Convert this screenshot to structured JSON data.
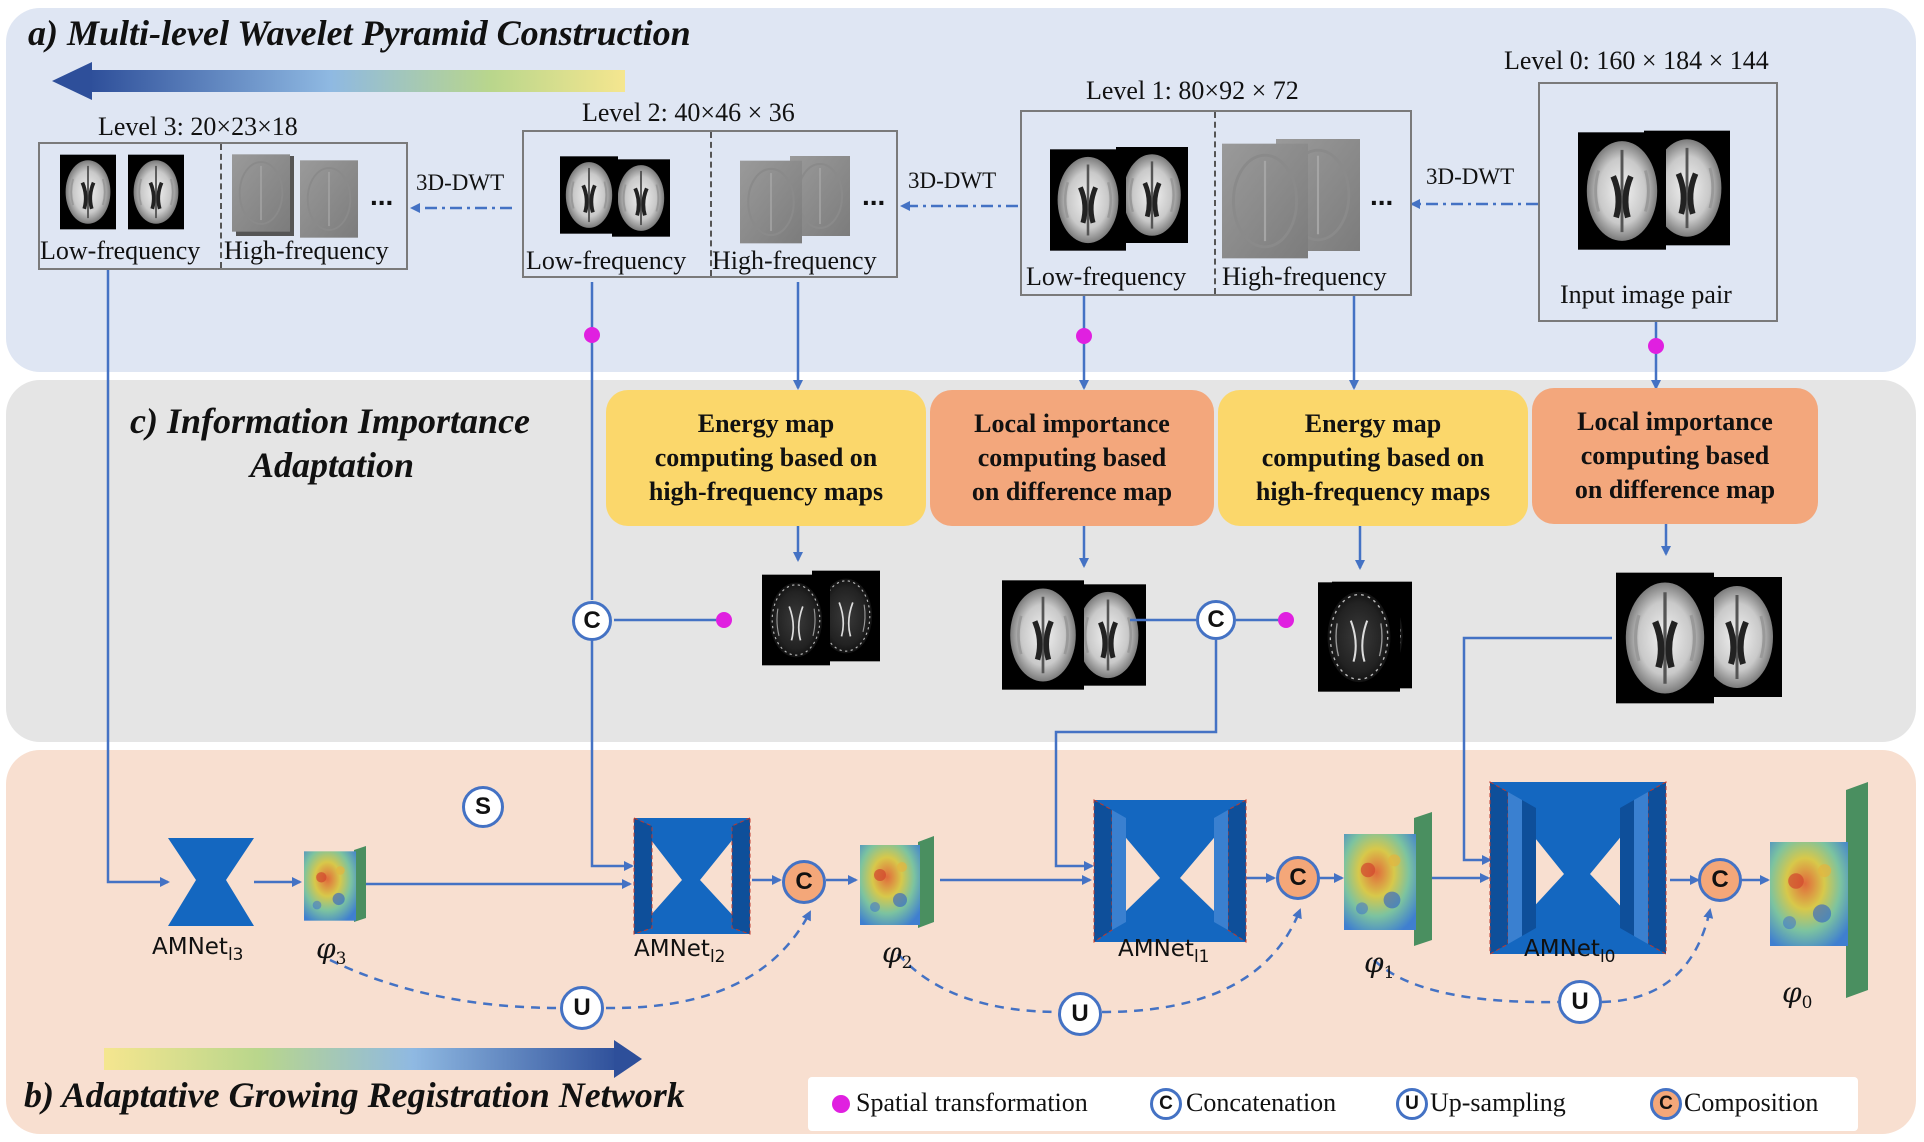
{
  "panels": {
    "a_title": "a)  Multi-level Wavelet Pyramid Construction",
    "b_title": "b) Adaptative Growing Registration Network",
    "c_title_line1": "c) Information Importance",
    "c_title_line2": "Adaptation"
  },
  "pyramid": {
    "level3": "Level 3: 20×23×18",
    "level2": "Level 2: 40×46 × 36",
    "level1": "Level 1: 80×92 × 72",
    "level0": "Level 0: 160 × 184 × 144",
    "low_frequency": "Low-frequency",
    "high_frequency": "High-frequency",
    "input_pair": "Input image pair",
    "dwt": "3D-DWT",
    "ellipsis": "..."
  },
  "adaptation": {
    "energy_map": "Energy map\ncomputing based on\nhigh-frequency maps",
    "local_importance": "Local importance\ncomputing based\non difference map"
  },
  "network": {
    "amnet_base": "AMNet",
    "l3": "l3",
    "l2": "l2",
    "l1": "l1",
    "l0": "l0",
    "phi": "φ",
    "phi3_sub": "3",
    "phi2_sub": "2",
    "phi1_sub": "1",
    "phi0_sub": "0"
  },
  "symbols": {
    "concat": "C",
    "upsample": "U",
    "compose": "C",
    "spatial": "S"
  },
  "legend": {
    "spatial": "Spatial transformation",
    "concat": "Concatenation",
    "upsample": "Up-sampling",
    "compose": "Composition"
  },
  "colors": {
    "panel_a": "#dfe6f3",
    "panel_b": "#f8dfd0",
    "panel_c": "#e5e5e5",
    "energy_box": "#fbd76b",
    "local_box": "#f3a77c",
    "arrow": "#4472c4",
    "network": "#1467c0",
    "spatial_dot": "#e020e0",
    "compose_fill": "#f4a779"
  }
}
